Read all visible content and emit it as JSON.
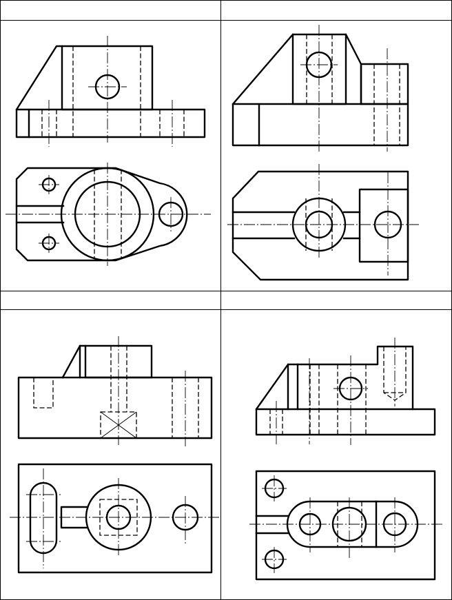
{
  "sheet": {
    "columns": 2,
    "rows": 2,
    "background_color": "#ffffff",
    "line_color": "#000000"
  },
  "cells": [
    {
      "index": 1,
      "position": "top-left",
      "header_text": "",
      "views": [
        "front-view",
        "top-view"
      ]
    },
    {
      "index": 2,
      "position": "top-right",
      "header_text": "",
      "views": [
        "front-view",
        "top-view"
      ]
    },
    {
      "index": 3,
      "position": "bottom-left",
      "header_text": "",
      "views": [
        "front-view",
        "top-view"
      ]
    },
    {
      "index": 4,
      "position": "bottom-right",
      "header_text": "",
      "views": [
        "front-view",
        "top-view"
      ]
    }
  ]
}
